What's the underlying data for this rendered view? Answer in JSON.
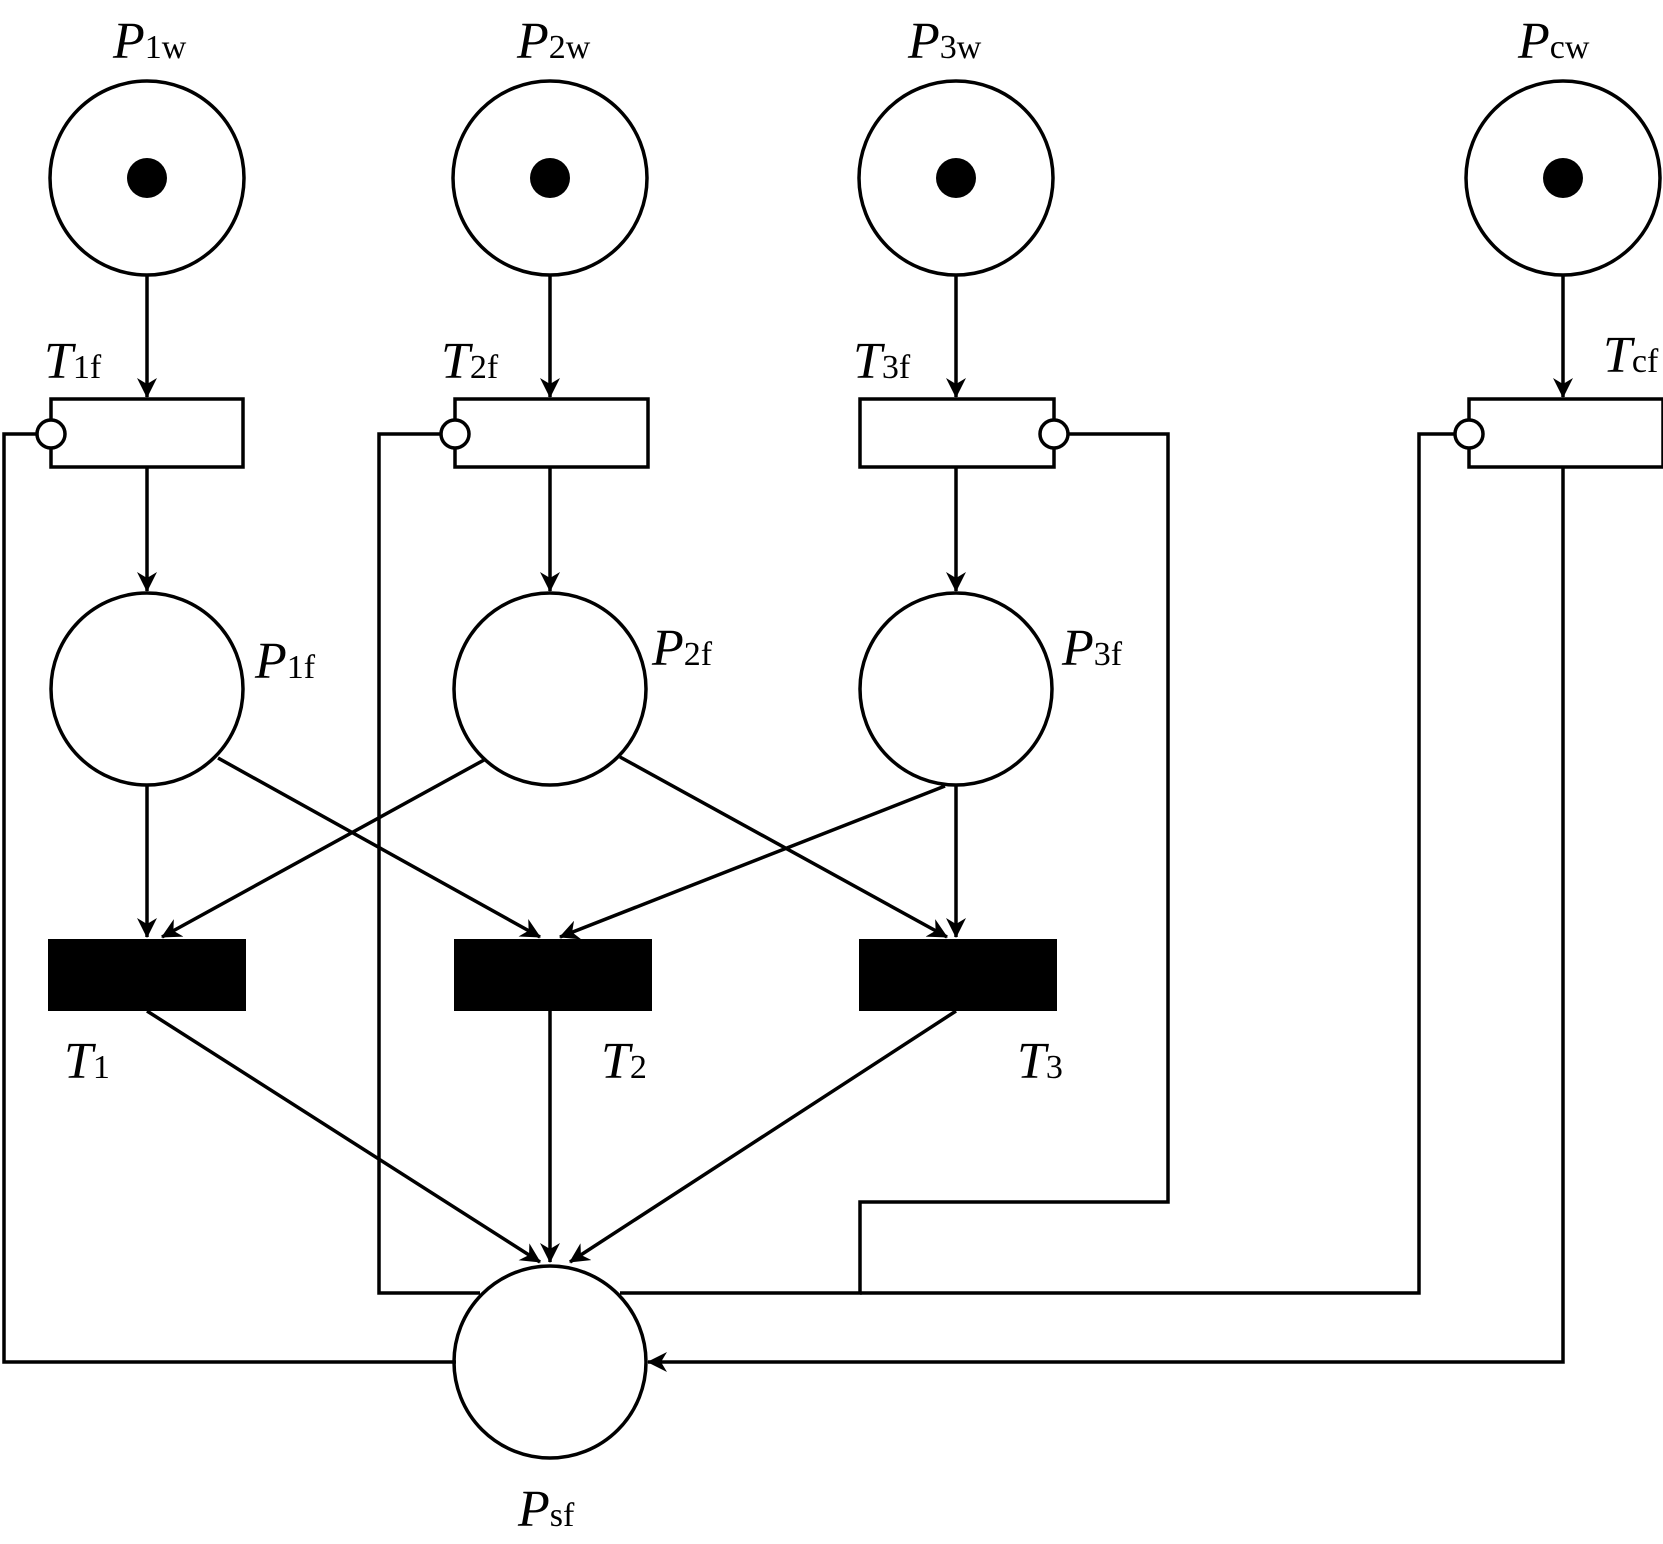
{
  "places": {
    "p1w": {
      "main": "P",
      "sub": "1w",
      "tokens": 1
    },
    "p2w": {
      "main": "P",
      "sub": "2w",
      "tokens": 1
    },
    "p3w": {
      "main": "P",
      "sub": "3w",
      "tokens": 1
    },
    "pcw": {
      "main": "P",
      "sub": "cw",
      "tokens": 1
    },
    "p1f": {
      "main": "P",
      "sub": "1f",
      "tokens": 0
    },
    "p2f": {
      "main": "P",
      "sub": "2f",
      "tokens": 0
    },
    "p3f": {
      "main": "P",
      "sub": "3f",
      "tokens": 0
    },
    "psf": {
      "main": "P",
      "sub": "sf",
      "tokens": 0
    }
  },
  "transitions": {
    "t1f": {
      "main": "T",
      "sub": "1f"
    },
    "t2f": {
      "main": "T",
      "sub": "2f"
    },
    "t3f": {
      "main": "T",
      "sub": "3f"
    },
    "tcf": {
      "main": "T",
      "sub": "cf"
    },
    "t1": {
      "main": "T",
      "sub": "1"
    },
    "t2": {
      "main": "T",
      "sub": "2"
    },
    "t3": {
      "main": "T",
      "sub": "3"
    }
  },
  "colors": {
    "stroke": "#000000",
    "fill": "#ffffff",
    "token": "#000000"
  }
}
